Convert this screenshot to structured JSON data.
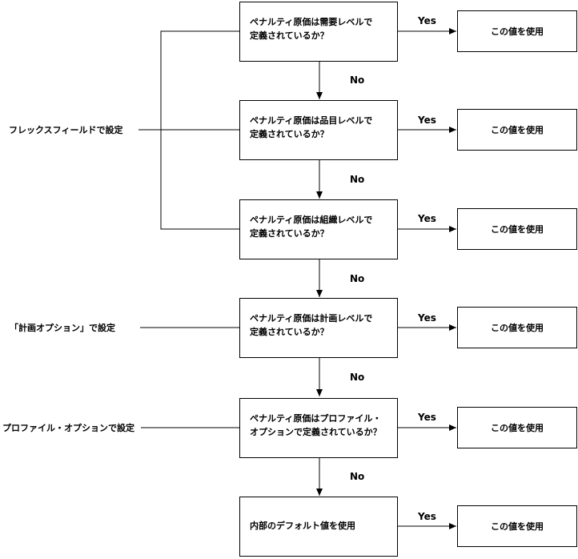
{
  "questions": [
    "ペナルティ原価は需要レベルで\n定義されているか？",
    "ペナルティ原価は品目レベルで\n定義されているか？",
    "ペナルティ原価は組織レベルで\n定義されているか？",
    "ペナルティ原価は計画レベルで\n定義されているか？",
    "ペナルティ原価はプロファイル・\nオプションで定義されているか？",
    "内部のデフォルト値を使用"
  ],
  "result_label": "この値を使用",
  "yes_label": "Yes",
  "no_label": "No",
  "sources": {
    "flexfield": "フレックスフィールドで設定",
    "plan_option": "「計画オプション」で設定",
    "profile_option": "プロファイル・オプションで設定"
  }
}
